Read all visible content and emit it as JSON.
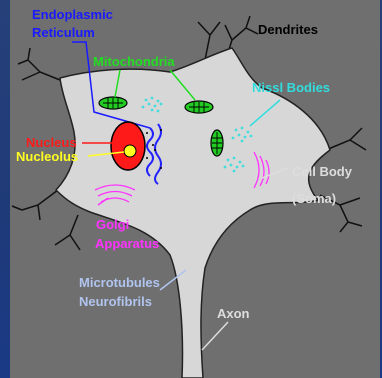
{
  "labels": {
    "endoplasmic_1": "Endoplasmic",
    "endoplasmic_2": "Reticulum",
    "dendrites": "Dendrites",
    "mitochondria": "Mitochondria",
    "nissl": "Nissl Bodies",
    "nucleus": "Nucleus",
    "nucleolus": "Nucleolus",
    "cellbody_1": "Cell Body",
    "cellbody_2": "(Soma)",
    "golgi_1": "Golgi",
    "golgi_2": "Apparatus",
    "microtubules_1": "Microtubules",
    "microtubules_2": "Neurofibrils",
    "axon": "Axon"
  },
  "colors": {
    "endoplasmic": "#1a1aff",
    "dendrites": "#000000",
    "mitochondria": "#22dd22",
    "nissl": "#33dddd",
    "nucleus": "#ff1a1a",
    "nucleolus": "#ffff22",
    "cellbody": "#dddddd",
    "golgi": "#ff33ff",
    "microtubules": "#b0c4ee",
    "axon": "#dddddd",
    "cell_fill": "#d6d6d6"
  }
}
